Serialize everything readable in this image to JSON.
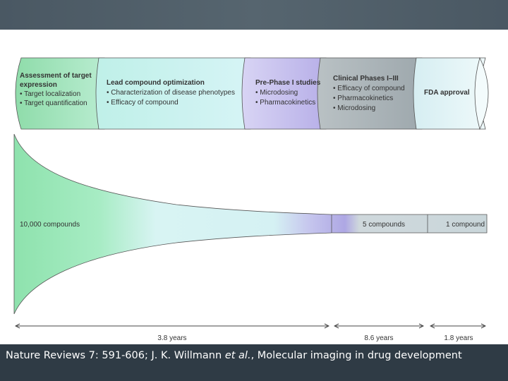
{
  "stages": [
    {
      "title": [
        "Assessment of target",
        "expression"
      ],
      "bullets": [
        "• Target localization",
        "• Target quantification"
      ]
    },
    {
      "title": [
        "Lead compound optimization"
      ],
      "bullets": [
        "• Characterization of disease phenotypes",
        "• Efficacy of compound"
      ]
    },
    {
      "title": [
        "Pre-Phase I studies"
      ],
      "bullets": [
        "• Microdosing",
        "• Pharmacokinetics"
      ]
    },
    {
      "title": [
        "Clinical Phases I–III"
      ],
      "bullets": [
        "• Efficacy of compound",
        "• Pharmacokinetics",
        "• Microdosing"
      ]
    },
    {
      "title": [
        "FDA approval"
      ],
      "bullets": []
    }
  ],
  "funnel": {
    "start_label": "10,000 compounds",
    "mid_label": "5 compounds",
    "end_label": "1 compound"
  },
  "timeline": {
    "segments": [
      "3.8 years",
      "8.6 years",
      "1.8 years"
    ]
  },
  "citation": {
    "prefix": "Nature Reviews 7: 591-606; J. K. Willmann ",
    "etal": "et al.",
    "suffix": ", Molecular imaging in drug development"
  },
  "colors": {
    "stage1": "#9fe0b8",
    "stage2": "#c8f0f2",
    "stage3": "#c8c4ef",
    "stage4": "#a8b2b6",
    "stage5": "#e6f5f7",
    "funnel_start": "#96e6b2",
    "funnel_mid": "#d5f3f4",
    "funnel_purple": "#b7aee8",
    "funnel_end": "#c8d4d8"
  }
}
